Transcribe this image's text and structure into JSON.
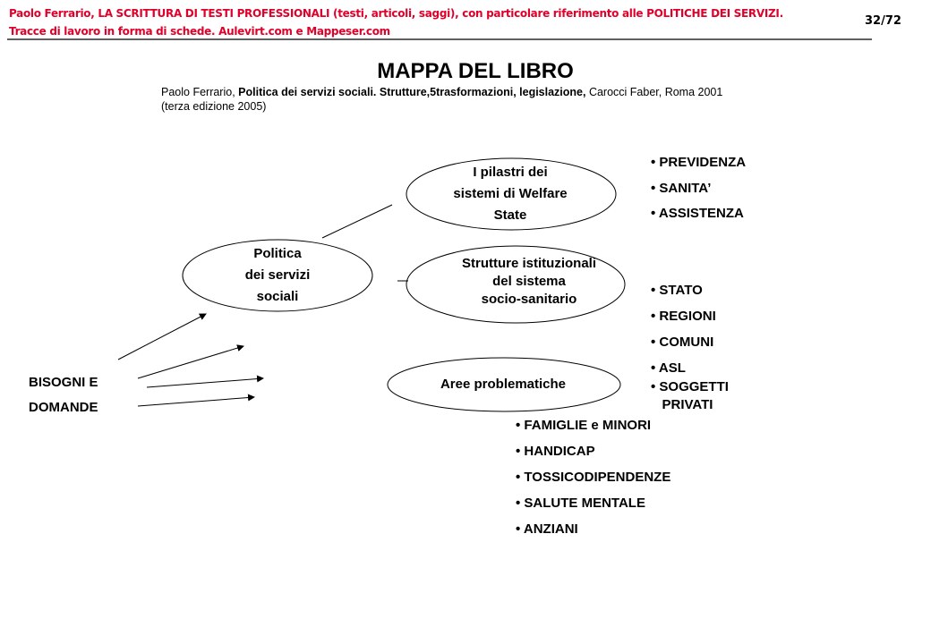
{
  "header": {
    "line1": "Paolo Ferrario, LA SCRITTURA  DI TESTI PROFESSIONALI (testi, articoli, saggi), con particolare riferimento alle POLITICHE DEI SERVIZI.",
    "line2": "Tracce di lavoro in forma di schede. Aulevirt.com e Mappeser.com",
    "page": "32/72"
  },
  "title": "MAPPA DEL LIBRO",
  "reference": {
    "author": "Paolo Ferrario, ",
    "book": "Politica dei servizi sociali. Strutture,5trasformazioni,  legislazione,",
    "publisher": " Carocci Faber, Roma 2001",
    "edition": "(terza edizione 2005)"
  },
  "nodes": {
    "politica": [
      "Politica",
      "dei servizi",
      "sociali"
    ],
    "pilastri": [
      "I pilastri dei",
      "sistemi di Welfare",
      "State"
    ],
    "strutture": [
      "Strutture istituzionali",
      "del sistema",
      "socio-sanitario"
    ],
    "aree": [
      "Aree problematiche"
    ],
    "bisogni": [
      "BISOGNI E",
      "DOMANDE"
    ]
  },
  "lists": {
    "pilastri": [
      "• PREVIDENZA",
      "• SANITA’",
      "• ASSISTENZA"
    ],
    "strutture": [
      "• STATO",
      "• REGIONI",
      "• COMUNI",
      "• ASL",
      "• SOGGETTI",
      "   PRIVATI"
    ],
    "aree": [
      "• FAMIGLIE  e MINORI",
      "• HANDICAP",
      "• TOSSICODIPENDENZE",
      "• SALUTE MENTALE",
      "• ANZIANI"
    ]
  }
}
